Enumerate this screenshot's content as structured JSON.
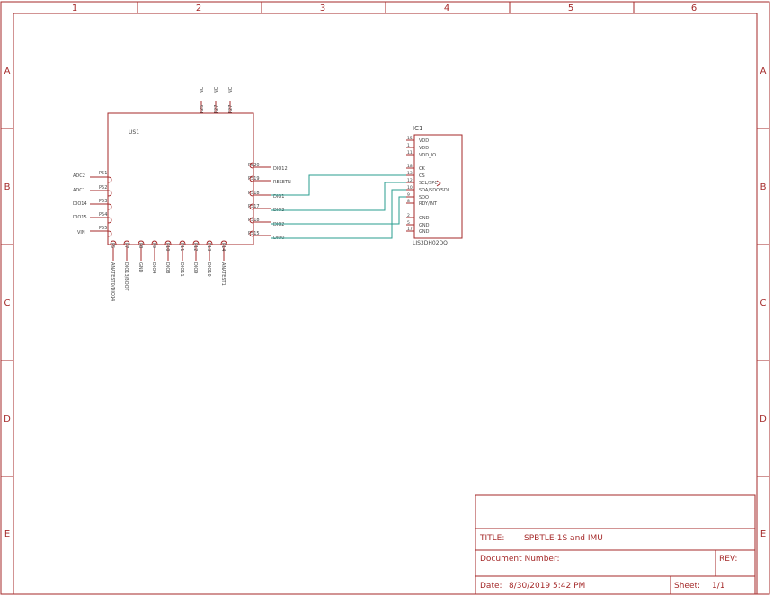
{
  "frame": {
    "columns": [
      "1",
      "2",
      "3",
      "4",
      "5",
      "6"
    ],
    "rows": [
      "A",
      "B",
      "C",
      "D",
      "E"
    ]
  },
  "u1": {
    "name": "US1",
    "top_pins": [
      {
        "pad": "P25",
        "net": "NC"
      },
      {
        "pad": "P27",
        "net": "NC"
      },
      {
        "pad": "P27",
        "net": "NC"
      }
    ],
    "left_pins": [
      {
        "pad": "P51",
        "net": "ADC2"
      },
      {
        "pad": "P52",
        "net": "ADC1"
      },
      {
        "pad": "P53",
        "net": "DIO14"
      },
      {
        "pad": "P54",
        "net": "DIO15"
      },
      {
        "pad": "P55",
        "net": "VIN"
      }
    ],
    "right_pins": [
      {
        "pad": "P520",
        "net": "DIO12"
      },
      {
        "pad": "P519",
        "net": "RESETN"
      },
      {
        "pad": "P518",
        "net": "DIO1"
      },
      {
        "pad": "P517",
        "net": "DIO3"
      },
      {
        "pad": "P518",
        "net": "DIO2"
      },
      {
        "pad": "P515",
        "net": "DIO0"
      }
    ],
    "bottom_pins": [
      {
        "pad": "P5",
        "net": "ANATEST0/DIO14"
      },
      {
        "pad": "P7",
        "net": "DIO13/BOOT"
      },
      {
        "pad": "P8",
        "net": "GND"
      },
      {
        "pad": "P9",
        "net": "DIO4"
      },
      {
        "pad": "P10",
        "net": "DIO8"
      },
      {
        "pad": "P11",
        "net": "DIO11"
      },
      {
        "pad": "P12",
        "net": "DIO9"
      },
      {
        "pad": "P13",
        "net": "DIO10"
      },
      {
        "pad": "P14",
        "net": "ANATEST1"
      }
    ]
  },
  "ic1": {
    "name": "IC1",
    "part": "LIS3DH02DQ",
    "pins": [
      {
        "num": "15",
        "label": "VDD"
      },
      {
        "num": "1",
        "label": "VDD"
      },
      {
        "num": "11",
        "label": "VDD_IO"
      },
      {
        "num": "18",
        "label": "CK"
      },
      {
        "num": "13",
        "label": "CS"
      },
      {
        "num": "12",
        "label": "SCL/SPC"
      },
      {
        "num": "10",
        "label": "SDA/SDO/SDI"
      },
      {
        "num": "9",
        "label": "SDO"
      },
      {
        "num": "8",
        "label": "RDY/INT"
      },
      {
        "num": "2",
        "label": "GND"
      },
      {
        "num": "5",
        "label": "GND"
      },
      {
        "num": "17",
        "label": "GND"
      }
    ]
  },
  "title_block": {
    "title_label": "TITLE:",
    "title_value": "SPBTLE-1S and IMU",
    "docnum_label": "Document Number:",
    "docnum_value": "",
    "rev_label": "REV:",
    "rev_value": "",
    "date_label": "Date:",
    "date_value": "8/30/2019 5:42 PM",
    "sheet_label": "Sheet:",
    "sheet_value": "1/1"
  }
}
